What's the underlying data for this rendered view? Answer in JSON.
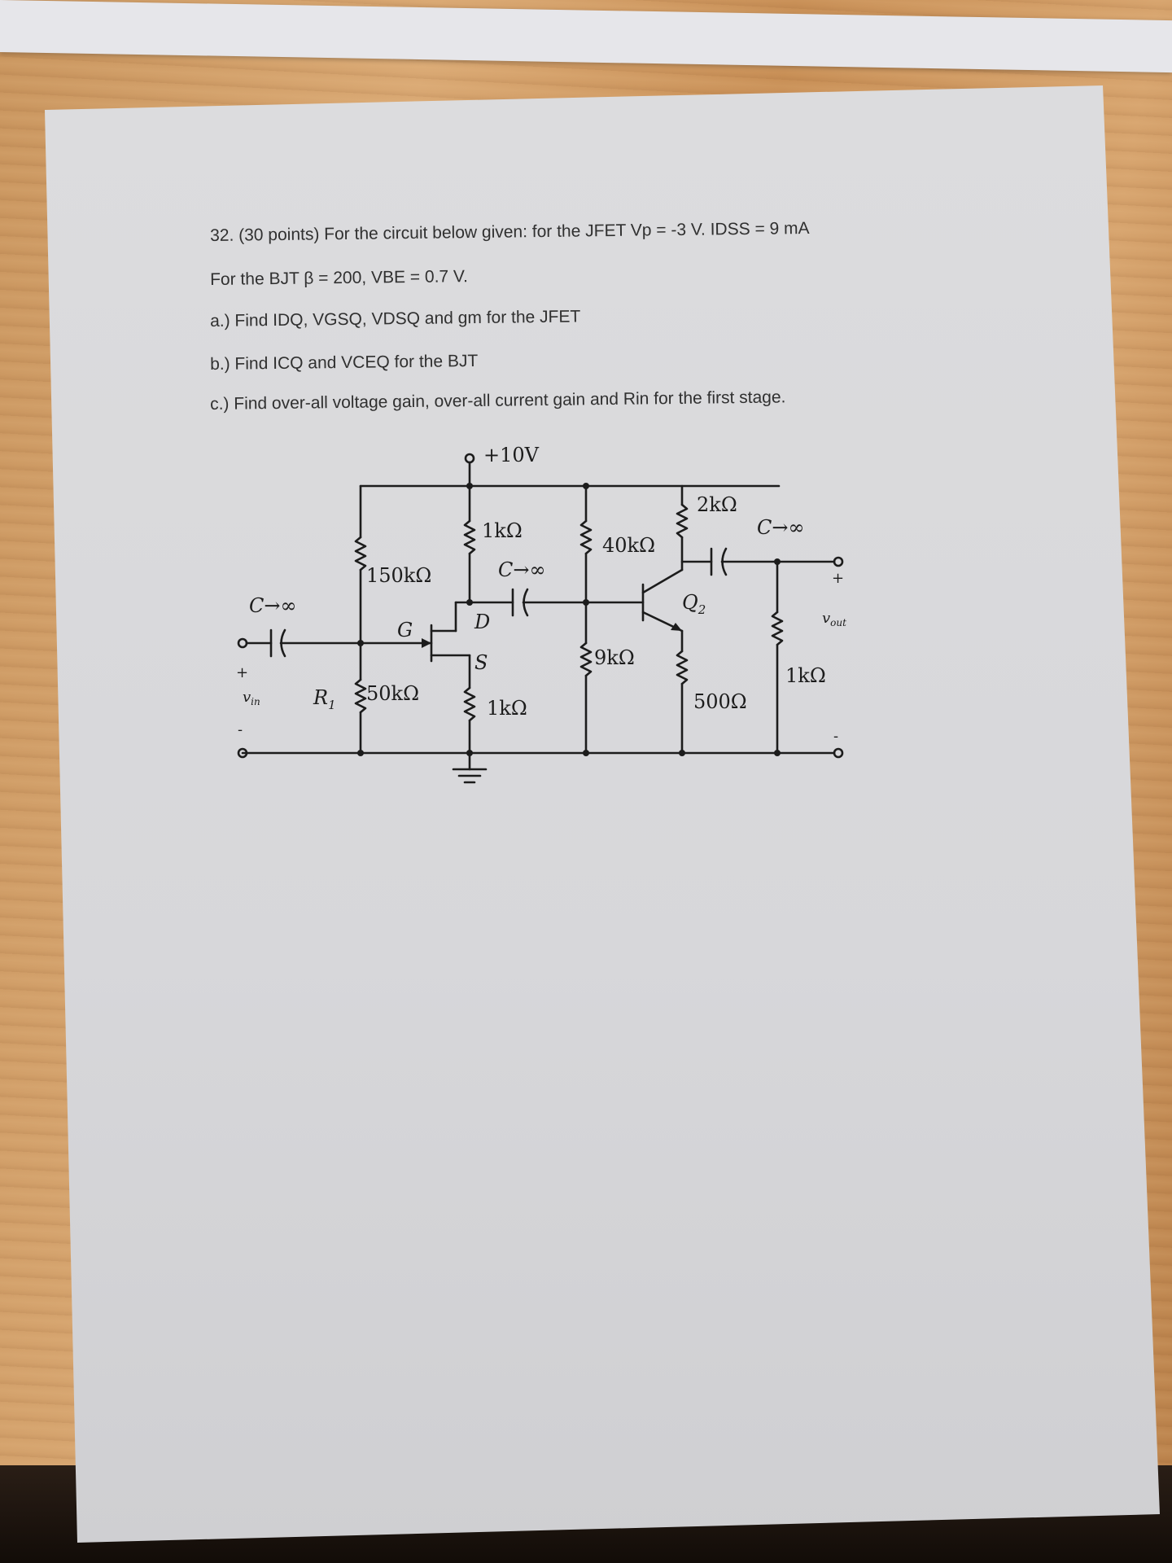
{
  "problem": {
    "line1": "32. (30 points) For the circuit below given: for the JFET Vp = -3 V. IDSS = 9 mA",
    "line2": "For the BJT β = 200, VBE = 0.7 V.",
    "part_a": "a.) Find IDQ, VGSQ, VDSQ and gm for the JFET",
    "part_b": "b.) Find ICQ and VCEQ for the BJT",
    "part_c": "c.) Find over-all voltage gain, over-all current gain and Rin for the first stage."
  },
  "circuit": {
    "supply": "+10V",
    "r_150k": "150kΩ",
    "r_50k": "50kΩ",
    "r1_label": "R",
    "r1_sub": "1",
    "r_drain": "1kΩ",
    "r_source": "1kΩ",
    "r_40k": "40kΩ",
    "r_9k": "9kΩ",
    "r_2k": "2kΩ",
    "r_500": "500Ω",
    "r_load": "1kΩ",
    "cap_in": "C→∞",
    "cap_mid": "C→∞",
    "cap_out": "C→∞",
    "gate": "G",
    "drain": "D",
    "source": "S",
    "transistor": "Q",
    "transistor_sub": "2",
    "vin": "v",
    "vin_sub": "in",
    "vout": "v",
    "vout_sub": "out",
    "plus_in": "+",
    "minus_in": "-",
    "plus_out": "+",
    "minus_out": "-"
  }
}
